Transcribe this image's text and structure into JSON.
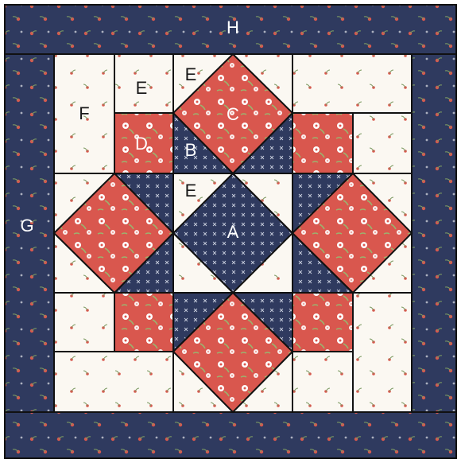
{
  "labels": {
    "A": "A",
    "B": "B",
    "C": "C",
    "D": "D",
    "E": "E",
    "F": "F",
    "G": "G",
    "H": "H"
  },
  "colors": {
    "navy": "#2f3a5f",
    "navy_dark": "#1f2845",
    "coral": "#d9574e",
    "cream": "#fbf8f2",
    "outline": "#111111",
    "dot_red": "#d8584e",
    "dot_green": "#7c9a62",
    "flower_white": "#ffffff",
    "flower_leaf": "#9bb36e"
  },
  "fabrics": {
    "navy_print": "navy-sprig-print",
    "coral_print": "coral-floral-print",
    "cream_print": "cream-berry-print",
    "navy_cross": "navy-cross-print"
  }
}
